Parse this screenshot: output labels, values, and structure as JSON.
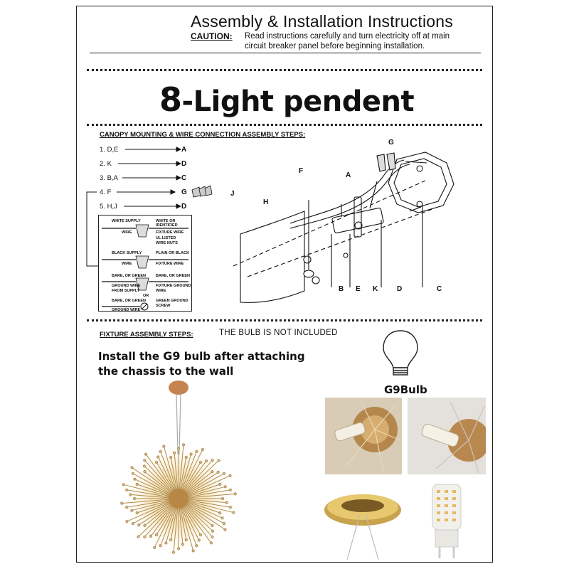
{
  "header": {
    "title": "Assembly & Installation Instructions",
    "caution_label": "CAUTION:",
    "caution_text": "Read instructions carefully and turn electricity off at main circuit breaker panel before beginning installation."
  },
  "headline": {
    "number": "8",
    "text": "-Light pendent"
  },
  "canopy": {
    "heading": "CANOPY MOUNTING & WIRE CONNECTION ASSEMBLY STEPS:",
    "steps": [
      {
        "num": "1.",
        "from": "D,E",
        "to": "A"
      },
      {
        "num": "2.",
        "from": "K",
        "to": "D"
      },
      {
        "num": "3.",
        "from": "B,A",
        "to": "C"
      },
      {
        "num": "4.",
        "from": "F",
        "to": "G"
      },
      {
        "num": "5.",
        "from": "H,J",
        "to": "D"
      }
    ],
    "wiring": {
      "row1_left": "WHITE SUPPLY",
      "row1_left2": "WIRE",
      "row1_right": "WHITE OR IDENTIFIED",
      "row1_right2": "FIXTURE WIRE",
      "nut_label1": "UL LISTED",
      "nut_label2": "WIRE NUTS",
      "row2_left": "BLACK SUPPLY",
      "row2_left2": "WIRE",
      "row2_right": "PLAIN OR BLACK",
      "row2_right2": "FIXTURE WIRE",
      "row3_left": "BARE, OR GREEN",
      "row3_left2": "GROUND WIRE",
      "row3_left3": "FROM SUPPLY",
      "row3_right": "BARE, OR GREEN",
      "row3_right2": "FIXTURE GROUND",
      "row3_right3": "WIRE",
      "or_label": "OR",
      "row4_left": "BARE, OR GREEN",
      "row4_left2": "GROUND WIRE",
      "row4_right": "GREEN GROUND",
      "row4_right2": "SCREW"
    },
    "labels": {
      "J": "J",
      "H": "H",
      "F": "F",
      "A": "A",
      "G": "G",
      "B": "B",
      "E": "E",
      "K": "K",
      "D": "D",
      "C": "C"
    }
  },
  "fixture": {
    "heading": "FIXTURE ASSEMBLY STEPS:",
    "note": "THE BULB IS NOT INCLUDED",
    "install_line1_pre": "Install the ",
    "install_line1_hl": "G9",
    "install_line1_post": " bulb after attaching",
    "install_line2": "the chassis to the wall",
    "bulb_label": "G9Bulb"
  },
  "colors": {
    "gold": "#c89a4c",
    "ink": "#111111",
    "rosegold": "#b77a4e"
  }
}
